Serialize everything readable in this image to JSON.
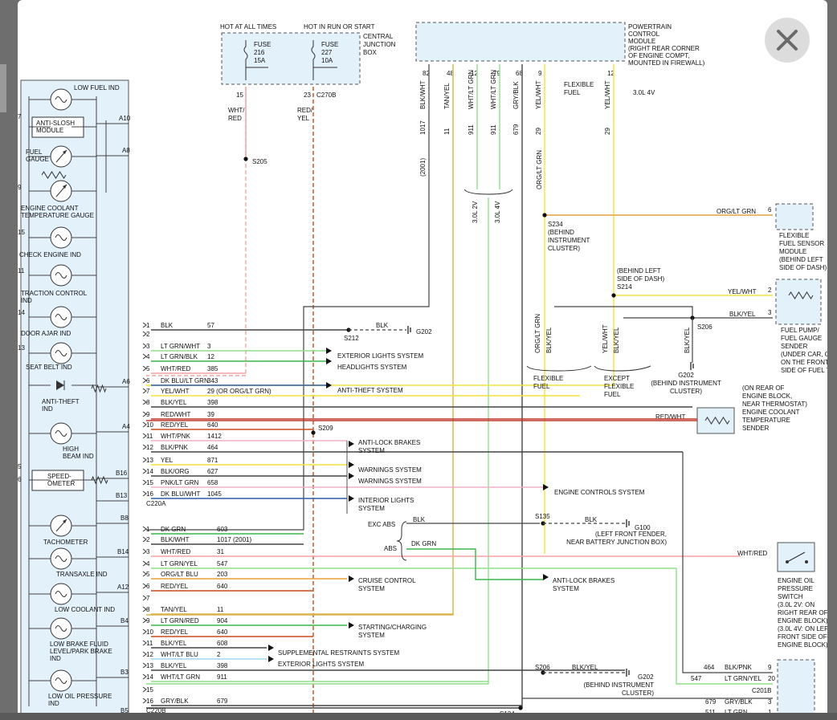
{
  "viewer": {
    "close_icon": "close-icon"
  },
  "top": {
    "hot_all_times": "HOT AT ALL TIMES",
    "hot_run_start": "HOT IN RUN OR START",
    "cjb": [
      "CENTRAL",
      "JUNCTION",
      "BOX"
    ],
    "fuse216": [
      "FUSE",
      "216",
      "15A"
    ],
    "fuse227": [
      "FUSE",
      "227",
      "10A"
    ],
    "pin15": "15",
    "pin23": "23",
    "c270b": "C270B",
    "whtred": [
      "WHT/",
      "RED"
    ],
    "redyel": [
      "RED/",
      "YEL"
    ],
    "s205": "S205",
    "pcm": [
      "POWERTRAIN",
      "CONTROL",
      "MODULE",
      "(RIGHT REAR CORNER",
      "OF ENGINE COMPT,",
      "MOUNTED IN FIREWALL)"
    ]
  },
  "pcm_pins": [
    {
      "pin": "82",
      "color": "BLK/WHT",
      "circuit": "1017",
      "note": "(2001)"
    },
    {
      "pin": "48",
      "color": "TAN/YEL",
      "circuit": "11",
      "note": ""
    },
    {
      "pin": "12",
      "color": "WHT/LT GRN",
      "circuit": "911",
      "note": ""
    },
    {
      "pin": "79",
      "color": "WHT/LT GRN",
      "circuit": "911",
      "note": ""
    },
    {
      "pin": "68",
      "color": "GRY/BLK",
      "circuit": "679",
      "note": ""
    },
    {
      "pin": "9",
      "color": "YEL/WHT",
      "circuit": "29",
      "note": ""
    },
    {
      "pin": "12",
      "color": "YEL/WHT",
      "circuit": "29",
      "note": ""
    }
  ],
  "mid": {
    "flex_fuel": [
      "FLEXIBLE",
      "FUEL"
    ],
    "v30_4v": "3.0L 4V",
    "v30_2v": "3.0L 2V",
    "v30_4v_b": "3.0L 4V",
    "org_lt_grn": "ORG/LT GRN",
    "s234": [
      "S234",
      "(BEHIND",
      "INSTRUMENT",
      "CLUSTER)"
    ],
    "ff_sensor": [
      "FLEXIBLE",
      "FUEL SENSOR",
      "MODULE",
      "(BEHIND LEFT",
      "SIDE OF DASH)"
    ],
    "pin6": "6",
    "s214": [
      "(BEHIND LEFT",
      "SIDE OF DASH)",
      "S214"
    ],
    "yel_wht": "YEL/WHT",
    "pin2": "2",
    "blk_yel": "BLK/YEL",
    "pin3": "3",
    "fuel_pump": [
      "FUEL PUMP/",
      "FUEL GAUGE",
      "SENDER",
      "(UNDER CAR, ON",
      "ON THE FRONT",
      "SIDE OF FUEL TANK)"
    ],
    "s206": "S206",
    "vert_labels": [
      "ORG/LT GRN",
      "BLK/YEL",
      "YEL/WHT",
      "BLK/YEL",
      "BLK/YEL"
    ],
    "flexible_fuel": [
      "FLEXIBLE",
      "FUEL"
    ],
    "except_ff": [
      "EXCEPT",
      "FLEXIBLE",
      "FUEL"
    ],
    "g202": [
      "G202",
      "(BEHIND INSTRUMENT",
      "CLUSTER)"
    ],
    "ect": [
      "(ON REAR OF",
      "ENGINE BLOCK,",
      "NEAR THERMOSTAT)",
      "ENGINE COOLANT",
      "TEMPERATURE",
      "SENDER"
    ],
    "red_wht": "RED/WHT"
  },
  "cluster": [
    {
      "label": [
        "LOW FUEL IND"
      ]
    },
    {
      "label": [
        "ANTI-SLOSH",
        "MODULE"
      ]
    },
    {
      "label": [
        "FUEL",
        "GAUGE"
      ]
    },
    {
      "label": [
        "ENGINE COOLANT",
        "TEMPERATURE GAUGE"
      ]
    },
    {
      "label": [
        "CHECK ENGINE IND"
      ]
    },
    {
      "label": [
        "TRACTION CONTROL",
        "IND"
      ]
    },
    {
      "label": [
        "DOOR AJAR IND"
      ]
    },
    {
      "label": [
        "SEAT BELT IND"
      ]
    },
    {
      "label": [
        "ANTI-THEFT",
        "IND"
      ]
    },
    {
      "label": [
        "HIGH",
        "BEAM IND"
      ]
    },
    {
      "label": [
        "SPEED-",
        "OMETER"
      ]
    },
    {
      "label": [
        "TACHOMETER"
      ]
    },
    {
      "label": [
        "TRANSAXLE IND"
      ]
    },
    {
      "label": [
        "LOW COOLANT IND"
      ]
    },
    {
      "label": [
        "LOW BRAKE FLUID",
        "LEVEL/PARK BRAKE",
        "IND"
      ]
    },
    {
      "label": [
        "LOW OIL PRESSURE",
        "IND"
      ]
    }
  ],
  "cluster_pins": [
    "A10",
    "A8",
    "A6",
    "A4",
    "B16",
    "B13",
    "B8",
    "B14",
    "A12",
    "B4",
    "B3",
    "B5",
    "7",
    "9",
    "15",
    "11",
    "14",
    "13",
    "5",
    "6"
  ],
  "c220a": [
    {
      "n": "1",
      "color": "BLK",
      "circuit": "57"
    },
    {
      "n": "2",
      "color": "",
      "circuit": ""
    },
    {
      "n": "3",
      "color": "LT GRN/WHT",
      "circuit": "3"
    },
    {
      "n": "4",
      "color": "LT GRN/BLK",
      "circuit": "12"
    },
    {
      "n": "5",
      "color": "WHT/RED",
      "circuit": "385"
    },
    {
      "n": "6",
      "color": "DK BLU/LT GRN",
      "circuit": "343"
    },
    {
      "n": "7",
      "color": "YEL/WHT",
      "circuit": "29   (OR ORG/LT GRN)"
    },
    {
      "n": "8",
      "color": "BLK/YEL",
      "circuit": "398"
    },
    {
      "n": "9",
      "color": "RED/WHT",
      "circuit": "39"
    },
    {
      "n": "10",
      "color": "RED/YEL",
      "circuit": "640"
    },
    {
      "n": "11",
      "color": "WHT/PNK",
      "circuit": "1412"
    },
    {
      "n": "12",
      "color": "BLK/PNK",
      "circuit": "464"
    },
    {
      "n": "13",
      "color": "YEL",
      "circuit": "871"
    },
    {
      "n": "14",
      "color": "BLK/ORG",
      "circuit": "627"
    },
    {
      "n": "15",
      "color": "PNK/LT GRN",
      "circuit": "658"
    },
    {
      "n": "16",
      "color": "DK BLU/WHT",
      "circuit": "1045"
    }
  ],
  "c220a_name": "C220A",
  "c220b": [
    {
      "n": "1",
      "color": "DK GRN",
      "circuit": "603"
    },
    {
      "n": "2",
      "color": "BLK/WHT",
      "circuit": "1017      (2001)"
    },
    {
      "n": "3",
      "color": "WHT/RED",
      "circuit": "31"
    },
    {
      "n": "4",
      "color": "LT GRN/YEL",
      "circuit": "547"
    },
    {
      "n": "5",
      "color": "ORG/LT BLU",
      "circuit": "203"
    },
    {
      "n": "6",
      "color": "RED/YEL",
      "circuit": "640"
    },
    {
      "n": "7",
      "color": "",
      "circuit": ""
    },
    {
      "n": "8",
      "color": "TAN/YEL",
      "circuit": "11"
    },
    {
      "n": "9",
      "color": "LT GRN/RED",
      "circuit": "904"
    },
    {
      "n": "10",
      "color": "RED/YEL",
      "circuit": "640"
    },
    {
      "n": "11",
      "color": "BLK/YEL",
      "circuit": "608"
    },
    {
      "n": "12",
      "color": "WHT/LT BLU",
      "circuit": "2"
    },
    {
      "n": "13",
      "color": "BLK/YEL",
      "circuit": "398"
    },
    {
      "n": "14",
      "color": "WHT/LT GRN",
      "circuit": "911"
    },
    {
      "n": "15",
      "color": "",
      "circuit": ""
    },
    {
      "n": "16",
      "color": "GRY/BLK",
      "circuit": "679"
    }
  ],
  "c220b_name": "C220B",
  "systems": {
    "ext_lights": "EXTERIOR LIGHTS SYSTEM",
    "headlights": "HEADLIGHTS SYSTEM",
    "anti_theft": "ANTI-THEFT SYSTEM",
    "abs1": [
      "ANTI-LOCK BRAKES",
      "SYSTEM"
    ],
    "warn1": "WARNINGS SYSTEM",
    "warn2": "WARNINGS SYSTEM",
    "engine_ctrl": "ENGINE CONTROLS SYSTEM",
    "interior": [
      "INTERIOR LIGHTS",
      "SYSTEM"
    ],
    "cruise": [
      "CRUISE CONTROL",
      "SYSTEM"
    ],
    "abs2": [
      "ANTI-LOCK BRAKES",
      "SYSTEM"
    ],
    "starting": [
      "STARTING/CHARGING",
      "SYSTEM"
    ],
    "srs": "SUPPLEMENTAL RESTRAINTS SYSTEM",
    "ext_lights2": "EXTERIOR LIGHTS SYSTEM"
  },
  "splices": {
    "s212": "S212",
    "blk": "BLK",
    "g202": "G202",
    "s209": "S209",
    "exc_abs": "EXC ABS",
    "abs": "ABS",
    "blk2": "BLK",
    "dk_grn": "DK GRN",
    "s135": "S135",
    "blk3": "BLK",
    "g100": [
      "G100",
      "(LEFT FRONT FENDER,",
      "NEAR BATTERY JUNCTION BOX)"
    ],
    "s206b": "S206",
    "blk_yel": "BLK/YEL",
    "g202b": [
      "G202",
      "(BEHIND INSTRUMENT",
      "CLUSTER)"
    ],
    "s134": "S134"
  },
  "right": {
    "wht_red": "WHT/RED",
    "eop": [
      "ENGINE OIL",
      "PRESSURE",
      "SWITCH",
      "(3.0L 2V: ON",
      "RIGHT REAR OF",
      "ENGINE BLOCK)",
      "(3.0L 4V: ON LEFT",
      "FRONT SIDE OF",
      "ENGINE BLOCK)"
    ],
    "c201b_rows": [
      {
        "circ": "464",
        "color": "BLK/PNK",
        "pin": "9"
      },
      {
        "circ": "547",
        "color": "LT GRN/YEL",
        "pin": "20"
      },
      {
        "circ": "679",
        "color": "GRY/BLK",
        "pin": "3"
      },
      {
        "circ": "511",
        "color": "LT GRN",
        "pin": "1"
      }
    ],
    "c201b": "C201B"
  },
  "colors": {
    "wht_red": "#f4a3a3",
    "red_yel": "#c84a1e",
    "tan_yel": "#d8b24a",
    "wht_ltgrn": "#8fe08a",
    "yel": "#f2e33b",
    "org_ltgrn": "#e9a13a",
    "grn": "#3bb54a",
    "blu": "#2b5fa8",
    "blk": "#444444",
    "pnk": "#f0b0c8",
    "cluster_fill": "#e3f1fb"
  }
}
